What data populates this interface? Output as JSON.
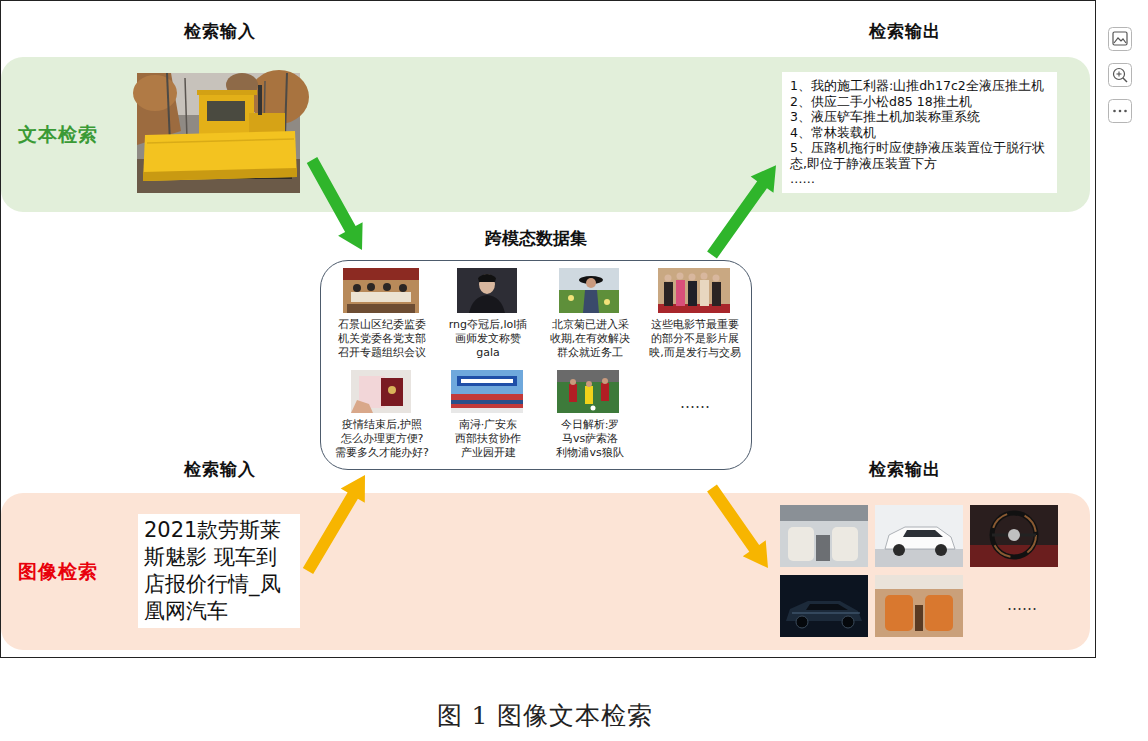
{
  "diagram": {
    "caption": "图 1 图像文本检索",
    "nodes": [
      {
        "text": [
          "文本检索"
        ]
      },
      {
        "text": [
          "1、我的施工利器:山推dh17c2全液压推土机",
          "2、供应二手小松d85 18推土机",
          "3、液压铲车推土机加装称重系统",
          "4、常林装载机",
          "5、压路机拖行时应使静液压装置位于脱行状 态,即位于静液压装置下方",
          "……"
        ],
        "in": 0
      },
      {
        "text": [
          "跨模态数据集",
          "石景山区纪委监委 机关党委各党支部 召开专题组织会议",
          "rng夺冠后,lol插 画师发文称赞 gala",
          "北京菊已进入采 收期,在有效解决 群众就近务工",
          "这些电影节最重要 的部分不是影片展 映,而是发行与交易",
          "疫情结束后,护照 怎么办理更方便? 需要多久才能办好?",
          "南浔·广安东 西部扶贫协作 产业园开建",
          "今日解析:罗 马vs萨索洛 利物浦vs狼队",
          "……"
        ]
      },
      {
        "text": [
          "图像检索"
        ]
      },
      {
        "text": [
          "2021款劳斯莱斯魅影 现车到店报价行情_凤凰网汽车"
        ],
        "in": 3
      }
    ],
    "edges": [
      {
        "from": 2,
        "to": 1,
        "arrow": "to"
      },
      {
        "from": 4,
        "to": 2,
        "arrow": "to"
      }
    ],
    "labels": [
      "检索输入",
      "检索输出",
      "检索输入",
      "检索输出",
      "……"
    ]
  }
}
